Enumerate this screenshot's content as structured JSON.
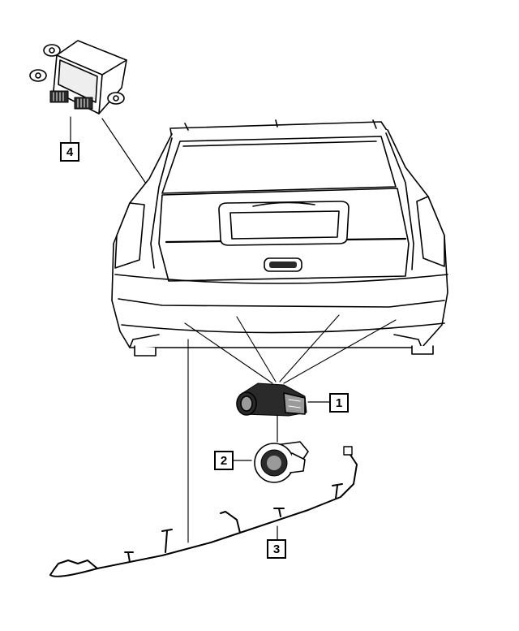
{
  "callouts": [
    {
      "id": "1",
      "label": "1"
    },
    {
      "id": "2",
      "label": "2"
    },
    {
      "id": "3",
      "label": "3"
    },
    {
      "id": "4",
      "label": "4"
    }
  ],
  "colors": {
    "line": "#000000",
    "background": "#ffffff",
    "fill_dark": "#2a2a2a",
    "fill_mid": "#9a9a9a"
  }
}
